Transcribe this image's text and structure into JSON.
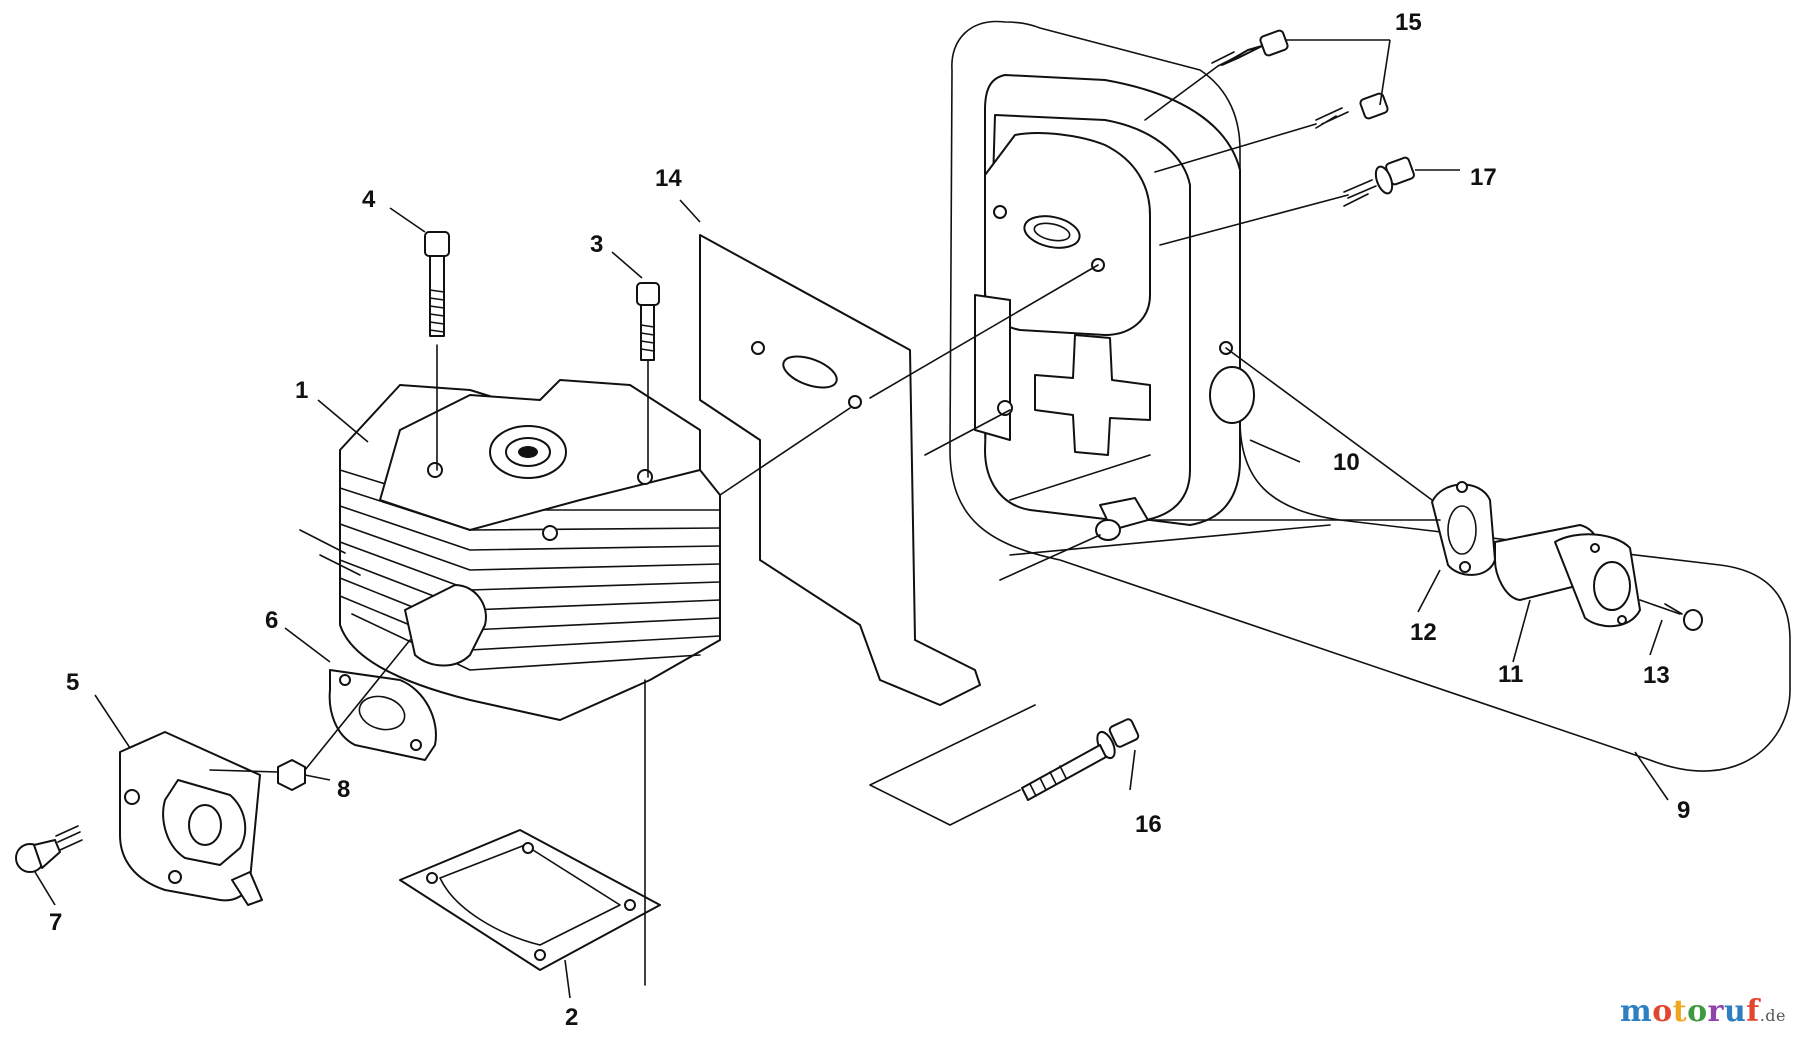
{
  "diagram": {
    "callouts": [
      {
        "id": "1",
        "label": "1"
      },
      {
        "id": "2",
        "label": "2"
      },
      {
        "id": "3",
        "label": "3"
      },
      {
        "id": "4",
        "label": "4"
      },
      {
        "id": "5",
        "label": "5"
      },
      {
        "id": "6",
        "label": "6"
      },
      {
        "id": "7",
        "label": "7"
      },
      {
        "id": "8",
        "label": "8"
      },
      {
        "id": "9",
        "label": "9"
      },
      {
        "id": "10",
        "label": "10"
      },
      {
        "id": "11",
        "label": "11"
      },
      {
        "id": "12",
        "label": "12"
      },
      {
        "id": "13",
        "label": "13"
      },
      {
        "id": "14",
        "label": "14"
      },
      {
        "id": "15",
        "label": "15"
      },
      {
        "id": "16",
        "label": "16"
      },
      {
        "id": "17",
        "label": "17"
      }
    ]
  },
  "watermark": {
    "letters": [
      "m",
      "o",
      "t",
      "o",
      "r",
      "u",
      "f"
    ],
    "letter_colors": [
      "#2e7fc1",
      "#e2462f",
      "#f2a61e",
      "#3d9a3d",
      "#8e44ad",
      "#2e7fc1",
      "#e2462f"
    ],
    "suffix": ".de"
  }
}
